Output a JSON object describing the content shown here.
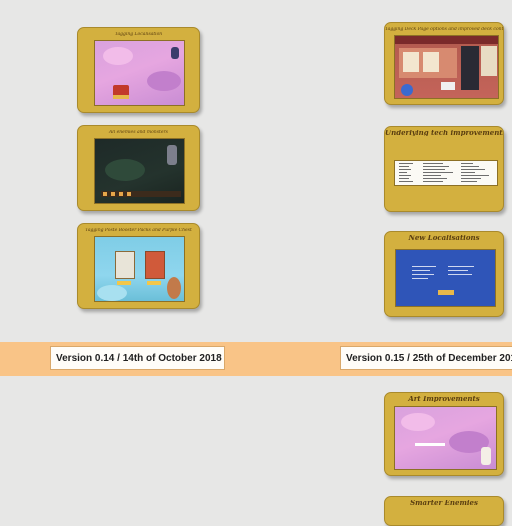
{
  "timeline": {
    "versions": [
      {
        "label": "Version 0.14 / 14th of October 2018"
      },
      {
        "label": "Version 0.15 / 25th of December 201"
      }
    ]
  },
  "cards": [
    {
      "title": "Tagging Localisation"
    },
    {
      "title": "All enemies and monsters"
    },
    {
      "title": "Tagging Poste Booster Packs and Purple Chest"
    },
    {
      "title": "Tagging Deck Page options and improved deck controls"
    },
    {
      "title": "Underlying tech improvements"
    },
    {
      "title": "New Localisations"
    },
    {
      "title": "Art Improvements"
    },
    {
      "title": "Smarter Enemies"
    }
  ],
  "colors": {
    "card": "#d3b03f",
    "band": "#f9c487",
    "background": "#e7e7e6"
  }
}
